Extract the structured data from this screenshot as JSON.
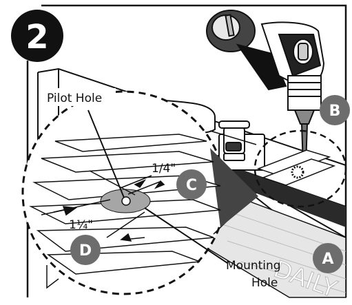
{
  "step": {
    "number": "2"
  },
  "labels": {
    "pilot_hole": "Pilot Hole",
    "mounting_hole_line1": "Mounting",
    "mounting_hole_line2": "Hole",
    "dim_quarter": "1/4\"",
    "dim_one_quarter": "1¼\""
  },
  "callouts": {
    "a": "A",
    "b": "B",
    "c": "C",
    "d": "D"
  },
  "watermark": "DAILY",
  "colors": {
    "badge": "#6d6d6d",
    "step_badge": "#111111",
    "hole_ring": "#a6a6a6",
    "line": "#111111"
  }
}
